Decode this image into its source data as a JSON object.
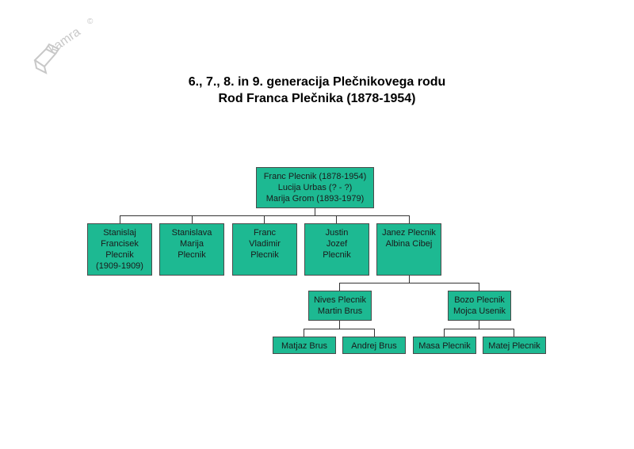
{
  "logo": {
    "text": "kamra",
    "copyright": "©"
  },
  "title": {
    "line1": "6., 7., 8. in 9. generacija Plečnikovega rodu",
    "line2": "Rod Franca Plečnika (1878-1954)"
  },
  "root": {
    "lines": [
      "Franc Plecnik (1878-1954)",
      "Lucija Urbas (?  - ?)",
      "Marija Grom (1893-1979)"
    ]
  },
  "children": [
    {
      "lines": [
        "Stanislaj",
        "Francisek",
        "Plecnik",
        "(1909-1909)"
      ]
    },
    {
      "lines": [
        "Stanislava",
        "Marija",
        "Plecnik"
      ]
    },
    {
      "lines": [
        "Franc",
        "Vladimir",
        "Plecnik"
      ]
    },
    {
      "lines": [
        "Justin",
        "Jozef",
        "Plecnik"
      ]
    },
    {
      "lines": [
        "Janez Plecnik",
        "Albina Cibej"
      ]
    }
  ],
  "grandchildren": [
    {
      "lines": [
        "Nives Plecnik",
        "Martin Brus"
      ]
    },
    {
      "lines": [
        "Bozo Plecnik",
        "Mojca Usenik"
      ]
    }
  ],
  "great_grandchildren": [
    {
      "lines": [
        "Matjaz Brus"
      ]
    },
    {
      "lines": [
        "Andrej Brus"
      ]
    },
    {
      "lines": [
        "Masa Plecnik"
      ]
    },
    {
      "lines": [
        "Matej Plecnik"
      ]
    }
  ]
}
